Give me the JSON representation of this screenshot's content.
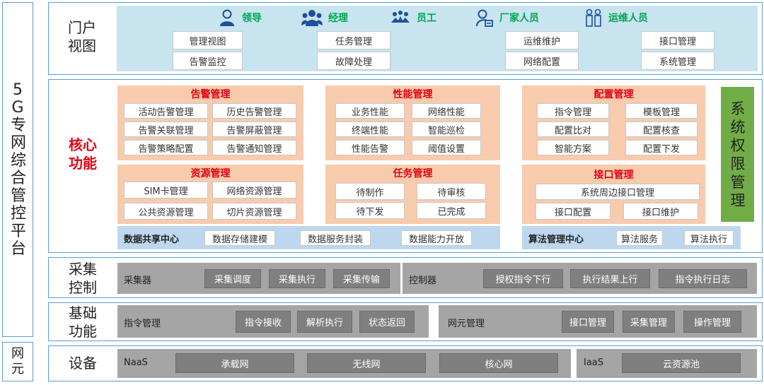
{
  "left_label": "5G专网综合管控平台",
  "left_bottom": "网元",
  "portal": {
    "label": "门户\n视图",
    "roles": [
      {
        "icon": "user-icon",
        "name": "领导"
      },
      {
        "icon": "group-icon",
        "name": "经理"
      },
      {
        "icon": "team-icon",
        "name": "员工"
      },
      {
        "icon": "vendor-icon",
        "name": "厂家人员"
      },
      {
        "icon": "ops-icon",
        "name": "运维人员"
      }
    ],
    "items": [
      "管理视图",
      "告警监控",
      "任务管理",
      "故障处理",
      "运维维护",
      "网络配置",
      "接口管理",
      "系统管理"
    ]
  },
  "core": {
    "label": "核心\n功能",
    "alarm": {
      "title": "告警管理",
      "items": [
        "活动告警管理",
        "历史告警管理",
        "告警关联管理",
        "告警屏蔽管理",
        "告警策略配置",
        "告警通知管理"
      ]
    },
    "perf": {
      "title": "性能管理",
      "items": [
        "业务性能",
        "网络性能",
        "终端性能",
        "智能巡检",
        "性能告警",
        "阈值设置"
      ]
    },
    "config": {
      "title": "配置管理",
      "items": [
        "指令管理",
        "模板管理",
        "配置比对",
        "配置核查",
        "智能方案",
        "配置下发"
      ]
    },
    "resource": {
      "title": "资源管理",
      "items": [
        "SIM卡管理",
        "网络资源管理",
        "公共资源管理",
        "切片资源管理"
      ]
    },
    "task": {
      "title": "任务管理",
      "items": [
        "待制作",
        "待审核",
        "待下发",
        "已完成"
      ]
    },
    "interface": {
      "title": "接口管理",
      "wide": "系统周边接口管理",
      "items": [
        "接口配置",
        "接口维护"
      ]
    },
    "system_auth": "系统权限管理",
    "data_center": {
      "title": "数据共享中心",
      "items": [
        "数据存储建模",
        "数据服务封装",
        "数据能力开放"
      ]
    },
    "algo_center": {
      "title": "算法管理中心",
      "items": [
        "算法服务",
        "算法执行"
      ]
    }
  },
  "collect": {
    "label": "采集\n控制",
    "left": {
      "title": "采集器",
      "items": [
        "采集调度",
        "采集执行",
        "采集传输"
      ]
    },
    "right": {
      "title": "控制器",
      "items": [
        "授权指令下行",
        "执行结果上行",
        "指令执行日志"
      ]
    }
  },
  "basic": {
    "label": "基础\n功能",
    "left": {
      "title": "指令管理",
      "items": [
        "指令接收",
        "解析执行",
        "状态返回"
      ]
    },
    "right": {
      "title": "网元管理",
      "items": [
        "接口管理",
        "采集管理",
        "操作管理"
      ]
    }
  },
  "device": {
    "label": "设备",
    "left": {
      "title": "NaaS",
      "items": [
        "承载网",
        "无线网",
        "核心网"
      ]
    },
    "right": {
      "title": "IaaS",
      "items": [
        "云资源池"
      ]
    }
  },
  "colors": {
    "accent_blue": "#5b9bd5",
    "portal_bg": "#c7e4ef",
    "peach": "#f8cbad",
    "green": "#70ad47",
    "red": "#e60012",
    "role_green": "#00a651"
  }
}
